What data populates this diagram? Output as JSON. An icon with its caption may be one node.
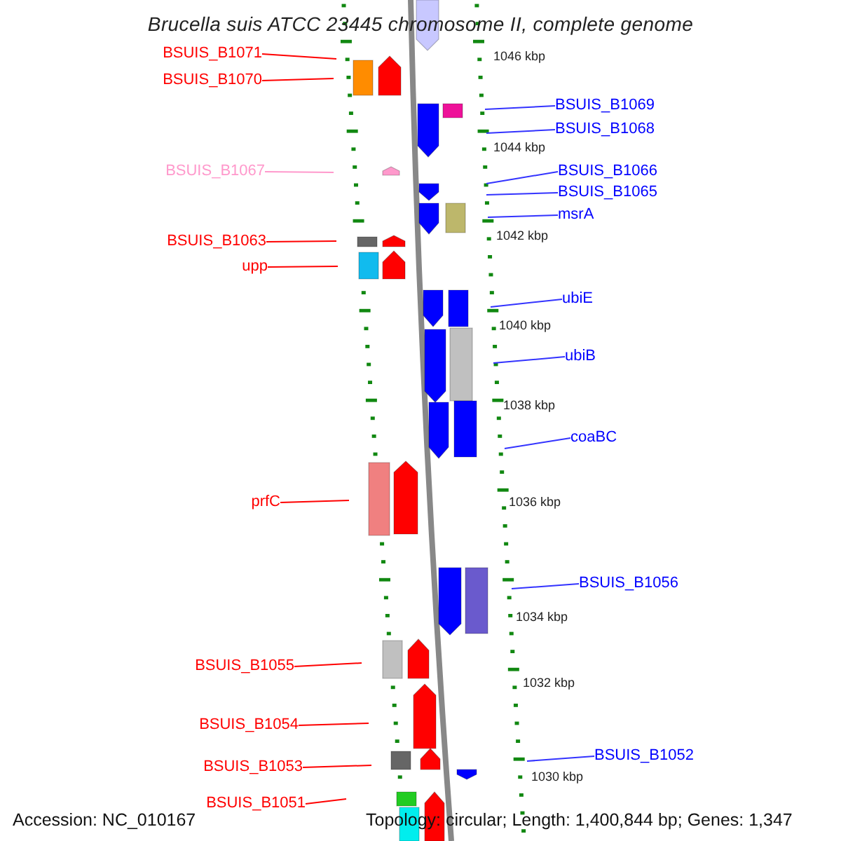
{
  "diagram": {
    "title": "Brucella suis ATCC 23445 chromosome II, complete genome",
    "nodes": [
      {
        "text": [
          "BSUIS_B1071"
        ]
      },
      {
        "text": [
          "BSUIS_B1070"
        ]
      },
      {
        "text": [
          "BSUIS_B1069"
        ]
      },
      {
        "text": [
          "BSUIS_B1068"
        ]
      },
      {
        "text": [
          "BSUIS_B1067"
        ]
      },
      {
        "text": [
          "BSUIS_B1066"
        ]
      },
      {
        "text": [
          "BSUIS_B1065"
        ]
      },
      {
        "text": [
          "msrA"
        ]
      },
      {
        "text": [
          "BSUIS_B1063"
        ]
      },
      {
        "text": [
          "upp"
        ]
      },
      {
        "text": [
          "ubiE"
        ]
      },
      {
        "text": [
          "ubiB"
        ]
      },
      {
        "text": [
          "coaBC"
        ]
      },
      {
        "text": [
          "prfC"
        ]
      },
      {
        "text": [
          "BSUIS_B1056"
        ]
      },
      {
        "text": [
          "BSUIS_B1055"
        ]
      },
      {
        "text": [
          "BSUIS_B1054"
        ]
      },
      {
        "text": [
          "BSUIS_B1052"
        ]
      },
      {
        "text": [
          "BSUIS_B1053"
        ]
      },
      {
        "text": [
          "BSUIS_B1051"
        ]
      }
    ],
    "edges": [
      {
        "from": 0,
        "to": null,
        "arrow": "none",
        "color": "#ff0000"
      },
      {
        "from": 1,
        "to": null,
        "arrow": "none",
        "color": "#ff0000"
      },
      {
        "from": 2,
        "to": null,
        "arrow": "none"
      },
      {
        "from": 3,
        "to": null,
        "arrow": "none"
      },
      {
        "from": 4,
        "to": null,
        "arrow": "none",
        "color": "#ff99cc"
      },
      {
        "from": 5,
        "to": null,
        "arrow": "none"
      },
      {
        "from": 6,
        "to": null,
        "arrow": "none"
      },
      {
        "from": 7,
        "to": null,
        "arrow": "none"
      },
      {
        "from": 8,
        "to": null,
        "arrow": "none",
        "color": "#ff0000"
      },
      {
        "from": 9,
        "to": null,
        "arrow": "none",
        "color": "#ff0000"
      },
      {
        "from": 10,
        "to": null,
        "arrow": "none"
      },
      {
        "from": 11,
        "to": null,
        "arrow": "none"
      },
      {
        "from": 12,
        "to": null,
        "arrow": "none"
      },
      {
        "from": 13,
        "to": null,
        "arrow": "none",
        "color": "#ff0000"
      },
      {
        "from": 14,
        "to": null,
        "arrow": "none"
      },
      {
        "from": 15,
        "to": null,
        "arrow": "none",
        "color": "#ff0000"
      },
      {
        "from": 16,
        "to": null,
        "arrow": "none",
        "color": "#ff0000"
      },
      {
        "from": 17,
        "to": null,
        "arrow": "none"
      },
      {
        "from": 18,
        "to": null,
        "arrow": "none",
        "color": "#ff0000"
      },
      {
        "from": 19,
        "to": null,
        "arrow": "none",
        "color": "#ff0000"
      }
    ],
    "labels": [
      "1046 kbp",
      "1044 kbp",
      "1042 kbp",
      "1040 kbp",
      "1038 kbp",
      "1036 kbp",
      "1034 kbp",
      "1032 kbp",
      "1030 kbp",
      "Accession: NC_010167",
      "Topology: circular; Length: 1,400,844 bp; Genes: 1,347"
    ]
  }
}
